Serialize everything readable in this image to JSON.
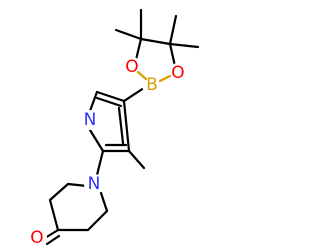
{
  "diagram_type": "chemical-structure",
  "colors": {
    "bond": "#000000",
    "nitrogen": "#3030ff",
    "oxygen": "#ff0000",
    "boron": "#d8a000",
    "background": "#ffffff"
  },
  "atoms": {
    "pyridine_nitrogen": {
      "label": "N",
      "element": "nitrogen"
    },
    "piperidine_nitrogen": {
      "label": "N",
      "element": "nitrogen"
    },
    "ketone_oxygen": {
      "label": "O",
      "element": "oxygen"
    },
    "boron": {
      "label": "B",
      "element": "boron"
    },
    "boronate_oxygen_left": {
      "label": "O",
      "element": "oxygen"
    },
    "boronate_oxygen_right": {
      "label": "O",
      "element": "oxygen"
    }
  }
}
